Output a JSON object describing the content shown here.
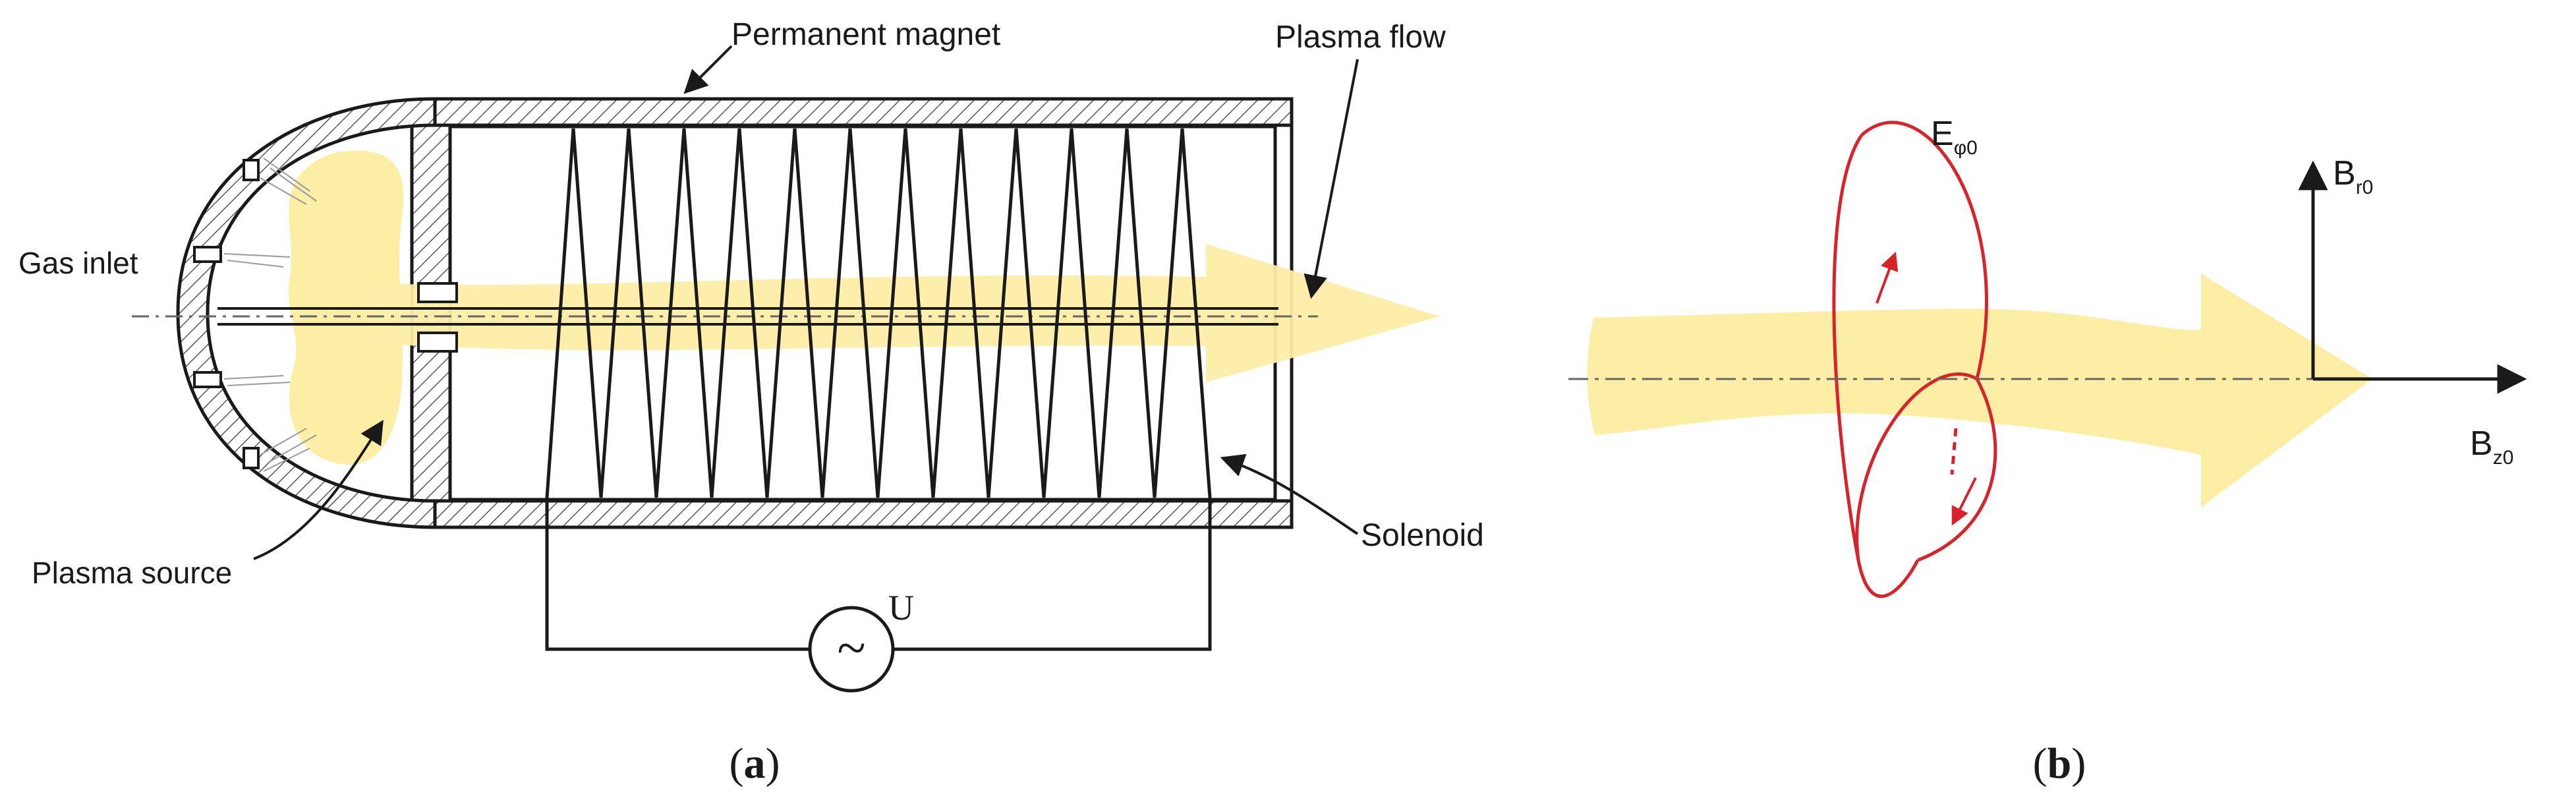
{
  "panel_a": {
    "labels": {
      "permanent_magnet": "Permanent magnet",
      "plasma_flow": "Plasma flow",
      "gas_inlet": "Gas inlet",
      "plasma_source": "Plasma source",
      "solenoid": "Solenoid",
      "voltage": "U",
      "ac_symbol": "~"
    },
    "caption": {
      "open": "(",
      "letter": "a",
      "close": ")"
    }
  },
  "panel_b": {
    "labels": {
      "e_field": {
        "base": "E",
        "sub": "φ0"
      },
      "b_r": {
        "base": "B",
        "sub": "r0"
      },
      "b_z": {
        "base": "B",
        "sub": "z0"
      }
    },
    "caption": {
      "open": "(",
      "letter": "b",
      "close": ")"
    }
  },
  "colors": {
    "plasma_fill": "#FDEEA6",
    "line": "#1a1a1a",
    "hatch": "#555555",
    "e_field_loop": "#D8232A",
    "axis_dash": "#666666"
  }
}
